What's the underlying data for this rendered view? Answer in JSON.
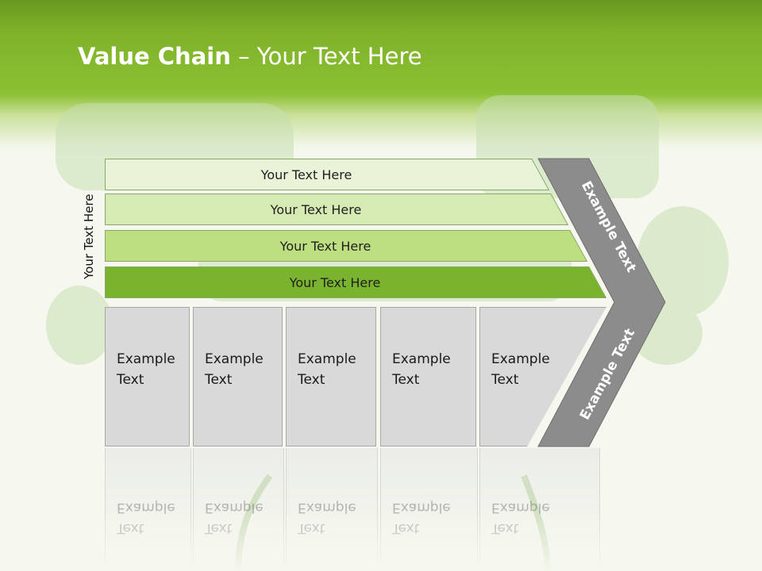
{
  "slide": {
    "title_bold": "Value Chain",
    "title_rest": " – Your Text Here"
  },
  "diagram": {
    "vertical_label": "Your Text Here",
    "rows": [
      {
        "label": "Your Text Here",
        "color": "#e8f3d8"
      },
      {
        "label": "Your Text Here",
        "color": "#d6ebb4"
      },
      {
        "label": "Your Text Here",
        "color": "#bede82"
      },
      {
        "label": "Your Text Here",
        "color": "#7ab42e"
      }
    ],
    "boxes": [
      {
        "line1": "Example",
        "line2": "Text"
      },
      {
        "line1": "Example",
        "line2": "Text"
      },
      {
        "line1": "Example",
        "line2": "Text"
      },
      {
        "line1": "Example",
        "line2": "Text"
      },
      {
        "line1": "Example",
        "line2": "Text"
      }
    ],
    "chevron_top_label": "Example Text",
    "chevron_bottom_label": "Example Text",
    "chevron_color": "#8c8c8c"
  }
}
